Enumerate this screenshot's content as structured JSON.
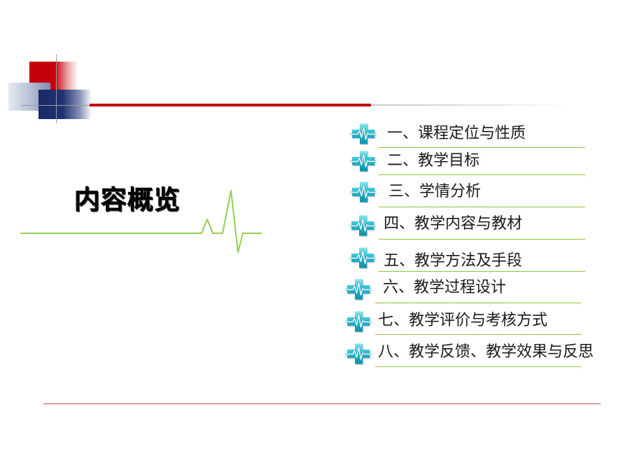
{
  "slide": {
    "title": "内容概览",
    "items": [
      {
        "label": "一、课程定位与性质"
      },
      {
        "label": "二、教学目标"
      },
      {
        "label": "三、学情分析"
      },
      {
        "label": "四、教学内容与教材"
      },
      {
        "label": "五、教学方法及手段"
      },
      {
        "label": "六、教学过程设计"
      },
      {
        "label": "七、教学评价与考核方式"
      },
      {
        "label": "八、教学反馈、教学效果与反思"
      }
    ]
  },
  "icons": {
    "item_icon": "medical-cross-heartbeat-icon"
  },
  "colors": {
    "accent_red": "#c00000",
    "navy": "#1a2a66",
    "heartbeat_green": "#92d050",
    "icon_teal": "#17a5bd",
    "text": "#1a1a1a"
  }
}
